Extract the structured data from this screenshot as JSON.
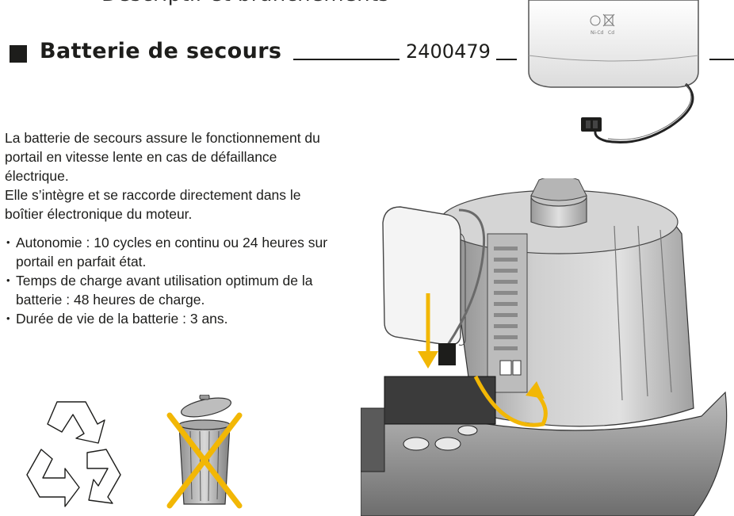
{
  "header": {
    "chapter_title": "Descriptif et branchements"
  },
  "section": {
    "title": "Batterie de secours",
    "reference": "2400479"
  },
  "description": [
    "La batterie de secours assure le fonctionnement du portail en vitesse lente en cas de défaillance électrique.",
    "Elle s’intègre et se raccorde directement dans le boîtier électronique du moteur."
  ],
  "specs": [
    "Autonomie : 10 cycles en continu ou 24 heures sur portail en parfait état.",
    "Temps de charge avant utilisation optimum de la batterie : 48 heures de charge.",
    "Durée de vie de la batterie : 3 ans."
  ],
  "battery_label": {
    "chem": "Ni-Cd",
    "cd": "Cd"
  },
  "icons": {
    "recycle": "recycle-icon",
    "no_bin": "crossed-out-bin-icon",
    "battery_pack": "battery-pack-illustration",
    "motor": "motor-housing-illustration"
  },
  "colors": {
    "text": "#1d1d1b",
    "accent_arrow": "#f2b705",
    "housing": "#c9c9c9",
    "housing_dark": "#7a7a7a"
  }
}
